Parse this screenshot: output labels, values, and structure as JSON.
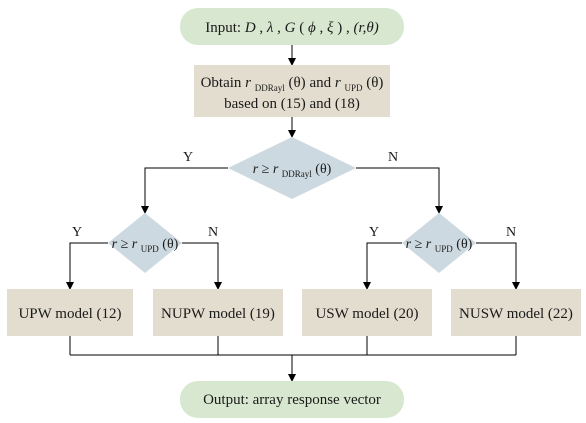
{
  "colors": {
    "terminal_fill": "#d8e8d0",
    "process_fill": "#e3ddcf",
    "decision_fill": "#cdd9e0",
    "line": "#000000"
  },
  "input": {
    "prefix": "Input: ",
    "D": "D",
    "sep1": ", ",
    "lambda": "λ",
    "sep2": ", ",
    "G": "G",
    "G_open": "(",
    "phi": "ϕ",
    "comma": ",",
    "xi": "ξ",
    "G_close": ")",
    "sep3": ", ",
    "rt": "(r,θ)"
  },
  "obtain": {
    "line1_prefix": "Obtain ",
    "r": "r",
    "sub_ddr": "DDRayl",
    "theta_a": "(θ)",
    "and": " and ",
    "r2": "r",
    "sub_upd": "UPD",
    "theta_b": "(θ)",
    "line2": "based on (15) and (18)"
  },
  "decision_main": {
    "text": "r ≥ r",
    "sub": "DDRayl",
    "theta": "(θ)",
    "yes": "Y",
    "no": "N"
  },
  "decision_left": {
    "text": "r ≥ r",
    "sub": "UPD",
    "theta": "(θ)",
    "yes": "Y",
    "no": "N"
  },
  "decision_right": {
    "text": "r ≥ r",
    "sub": "UPD",
    "theta": "(θ)",
    "yes": "Y",
    "no": "N"
  },
  "models": {
    "upw": "UPW model (12)",
    "nupw": "NUPW model (19)",
    "usw": "USW model (20)",
    "nusw": "NUSW model (22)"
  },
  "output": {
    "label": "Output: array response vector"
  }
}
